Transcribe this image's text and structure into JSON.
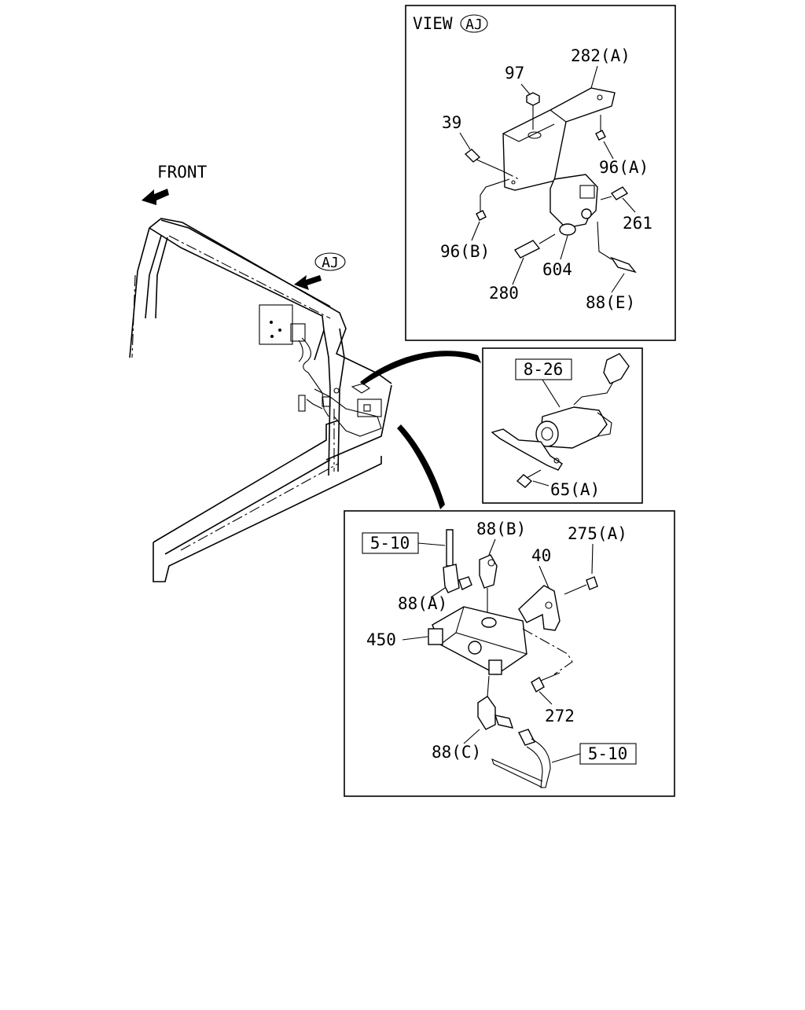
{
  "main_view": {
    "front_label": "FRONT",
    "view_callout": "AJ"
  },
  "view_aj": {
    "title": "VIEW",
    "title_ref": "AJ",
    "labels": [
      "282(A)",
      "97",
      "39",
      "96(A)",
      "261",
      "96(B)",
      "604",
      "280",
      "88(E)"
    ]
  },
  "detail_826": {
    "ref_box": "8-26",
    "labels": [
      "65(A)"
    ]
  },
  "detail_lower": {
    "ref_box_top": "5-10",
    "ref_box_bottom": "5-10",
    "labels": [
      "88(B)",
      "275(A)",
      "40",
      "88(A)",
      "450",
      "272",
      "88(C)"
    ]
  }
}
